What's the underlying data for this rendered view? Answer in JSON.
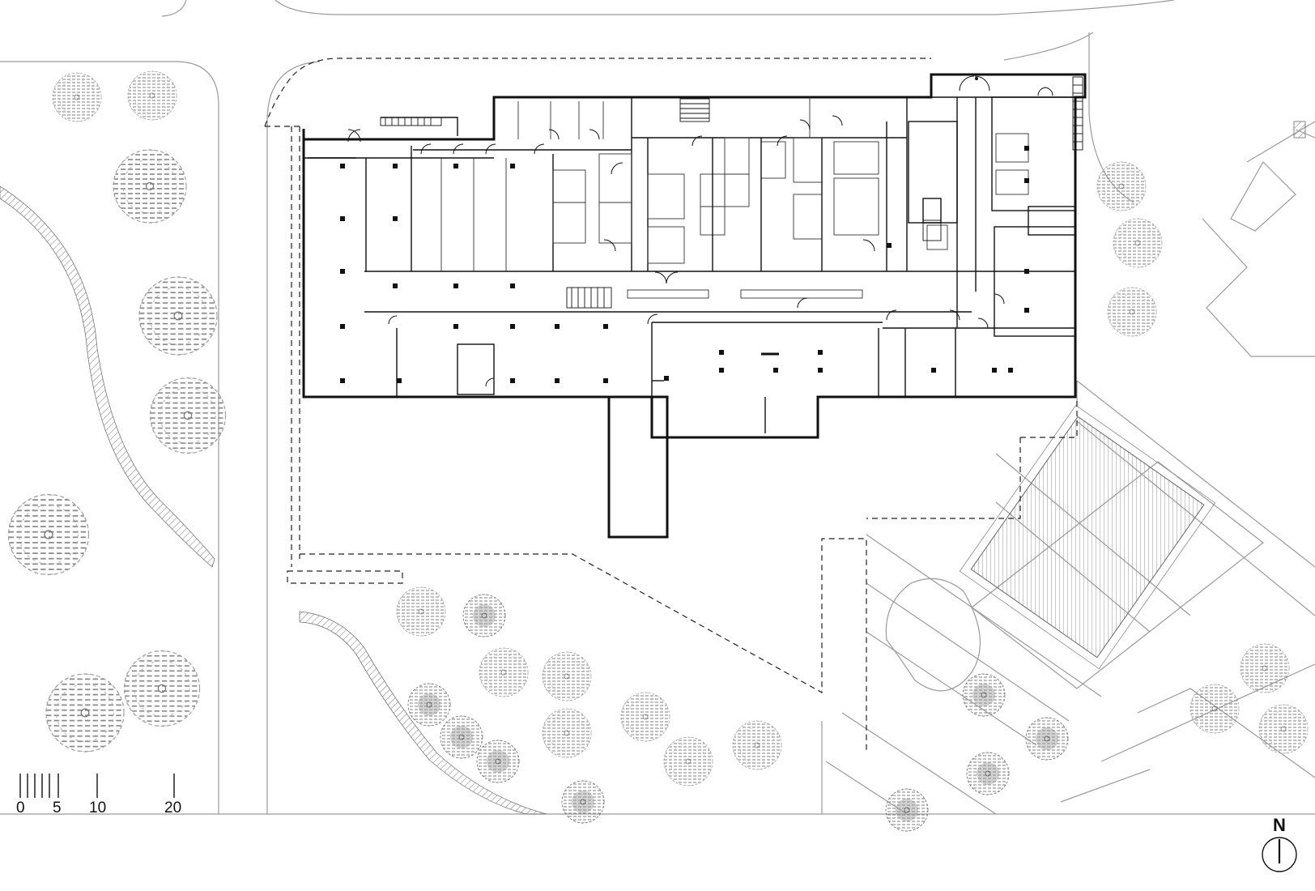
{
  "scale_bar": {
    "labels": [
      "0",
      "5",
      "10",
      "20"
    ]
  },
  "north_arrow": {
    "label": "N",
    "icon": "north-arrow-icon"
  },
  "colors": {
    "building_walls": "#111111",
    "site_lines": "#9a9a9a",
    "trees": "#bdbdbd",
    "trees_dark": "#9a9a9a"
  }
}
